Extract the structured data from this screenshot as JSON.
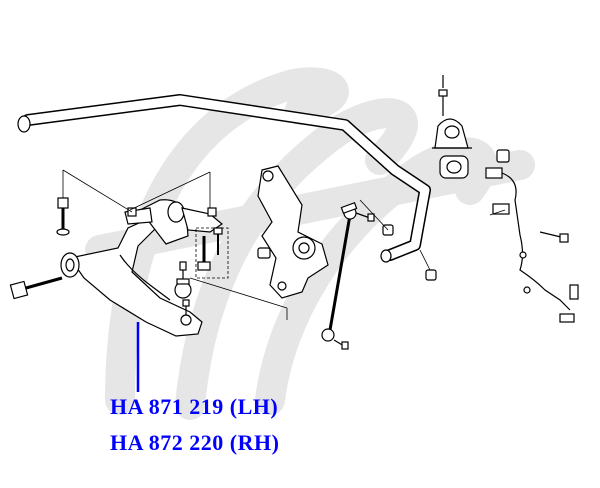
{
  "watermark": {
    "icon": "hanse-logo-watermark",
    "color": "#e6e6e6"
  },
  "callout": {
    "color": "#0000ff",
    "part_numbers": [
      {
        "side": "LH",
        "text": "HA 871 219 (LH)"
      },
      {
        "side": "RH",
        "text": "HA 872 220 (RH)"
      }
    ]
  },
  "components": [
    {
      "name": "stabilizer-bar",
      "icon": "stabilizer-bar-icon"
    },
    {
      "name": "stabilizer-bushing",
      "icon": "bushing-icon"
    },
    {
      "name": "stabilizer-bracket",
      "icon": "bracket-icon"
    },
    {
      "name": "stabilizer-link",
      "icon": "stabilizer-link-icon"
    },
    {
      "name": "lower-control-arm",
      "icon": "control-arm-icon"
    },
    {
      "name": "ball-joint",
      "icon": "ball-joint-icon"
    },
    {
      "name": "steering-knuckle",
      "icon": "knuckle-icon"
    },
    {
      "name": "abs-sensor",
      "icon": "abs-sensor-icon"
    },
    {
      "name": "bolts-and-nuts",
      "icon": "bolt-icon"
    }
  ]
}
